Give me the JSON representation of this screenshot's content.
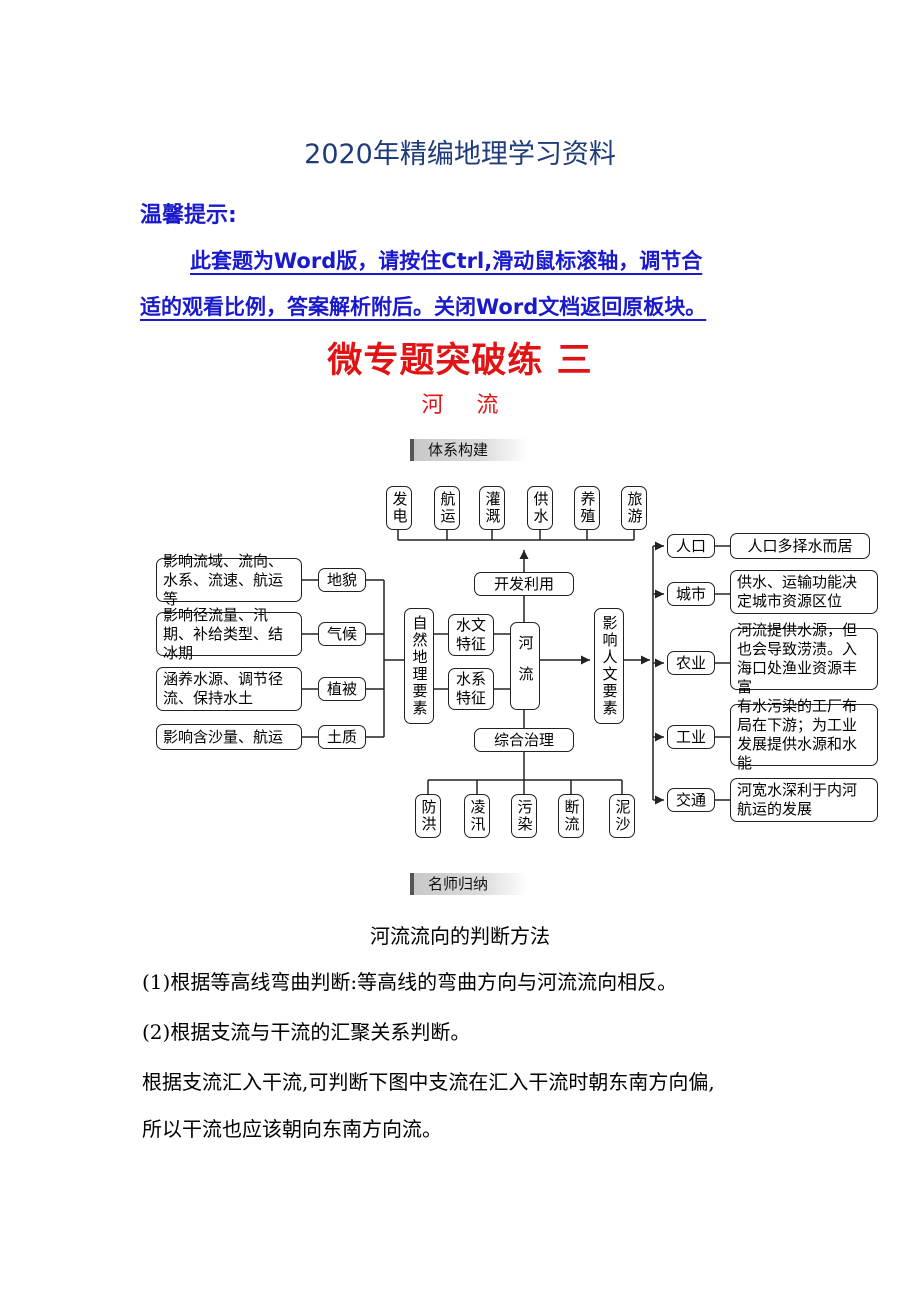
{
  "header": {
    "title": "2020年精编地理学习资料"
  },
  "tip": {
    "heading": "温馨提示:",
    "line1": "此套题为Word版，请按住Ctrl,滑动鼠标滚轴，调节合",
    "line2": "适的观看比例，答案解析附后。关闭Word文档返回原板块。"
  },
  "main_title": "微专题突破练 三",
  "sub_title": "河 流",
  "section1_tag": "体系构建",
  "diagram": {
    "top_boxes": [
      "发电",
      "航运",
      "灌溉",
      "供水",
      "养殖",
      "旅游"
    ],
    "develop": "开发利用",
    "manage": "综合治理",
    "river": "河流",
    "natural": "自然地理要素",
    "human": "影响人文要素",
    "hydro": "水文特征",
    "system": "水系特征",
    "factors": [
      "地貌",
      "气候",
      "植被",
      "土质"
    ],
    "factor_effects": [
      "影响流域、流向、水系、流速、航运等",
      "影响径流量、汛期、补给类型、结冰期",
      "涵养水源、调节径流、保持水土",
      "影响含沙量、航运"
    ],
    "bottom_boxes": [
      "防洪",
      "凌汛",
      "污染",
      "断流",
      "泥沙"
    ],
    "human_items": [
      "人口",
      "城市",
      "农业",
      "工业",
      "交通"
    ],
    "human_effects": [
      "人口多择水而居",
      "供水、运输功能决定城市资源区位",
      "河流提供水源，但也会导致涝渍。入海口处渔业资源丰富",
      "有水污染的工厂布局在下游；为工业发展提供水源和水能",
      "河宽水深利于内河航运的发展"
    ]
  },
  "section2_tag": "名师归纳",
  "body": {
    "heading": "河流流向的判断方法",
    "p1": "(1)根据等高线弯曲判断:等高线的弯曲方向与河流流向相反。",
    "p2": "(2)根据支流与干流的汇聚关系判断。",
    "p3": "根据支流汇入干流,可判断下图中支流在汇入干流时朝东南方向偏,",
    "p4": "所以干流也应该朝向东南方向流。"
  }
}
